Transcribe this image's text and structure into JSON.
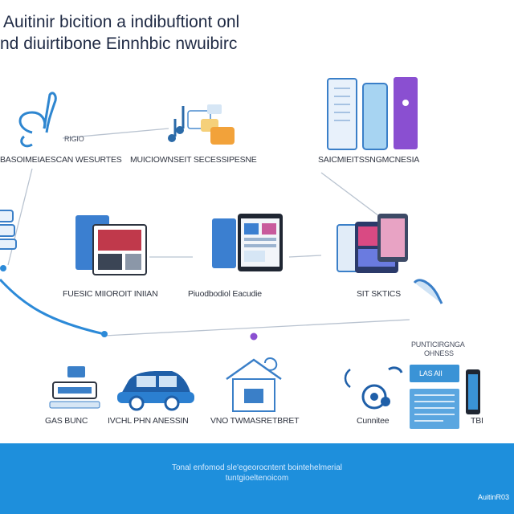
{
  "header": {
    "title_line1": "Auitinir bicition a indibuftiont onl",
    "title_line2": "nd diuirtibone Einnhbic nwuibirc"
  },
  "nodes": {
    "music_small": "RIGIO",
    "label_r1_left": "BASOIMEIAESCAN WESURTES",
    "label_r1_mid": "MUICIOWNSEIT SECESSIPESNE",
    "label_r1_right": "SAICMIEITSSNGMCNESIA",
    "label_r2_left": "FUESIC MIIOROIT INIIAN",
    "label_r2_mid": "Piuodbodiol Eacudie",
    "label_r2_right": "SIT SKTICS",
    "label_r3_a": "GAS BUNC",
    "label_r3_b": "IVCHL PHN ANESSIN",
    "label_r3_c": "VNO TWMASRETBRET",
    "label_r3_d": "Cunnitee",
    "label_r3_e": "TBI",
    "label_r3_top_1": "PUNTICIRGNGA",
    "label_r3_top_2": "OHNESS",
    "panel_sign": "LAS AII"
  },
  "footer": {
    "line1": "Tonal enfomod sle'egeorocntent bointehelmerial",
    "line2": "tuntgioeltenoicom",
    "brand": "AuitinR03"
  },
  "colors": {
    "accent_blue": "#1e8fdc",
    "line_blue": "#3a93d6",
    "purple": "#8a4fd1",
    "orange": "#f2a23a"
  }
}
